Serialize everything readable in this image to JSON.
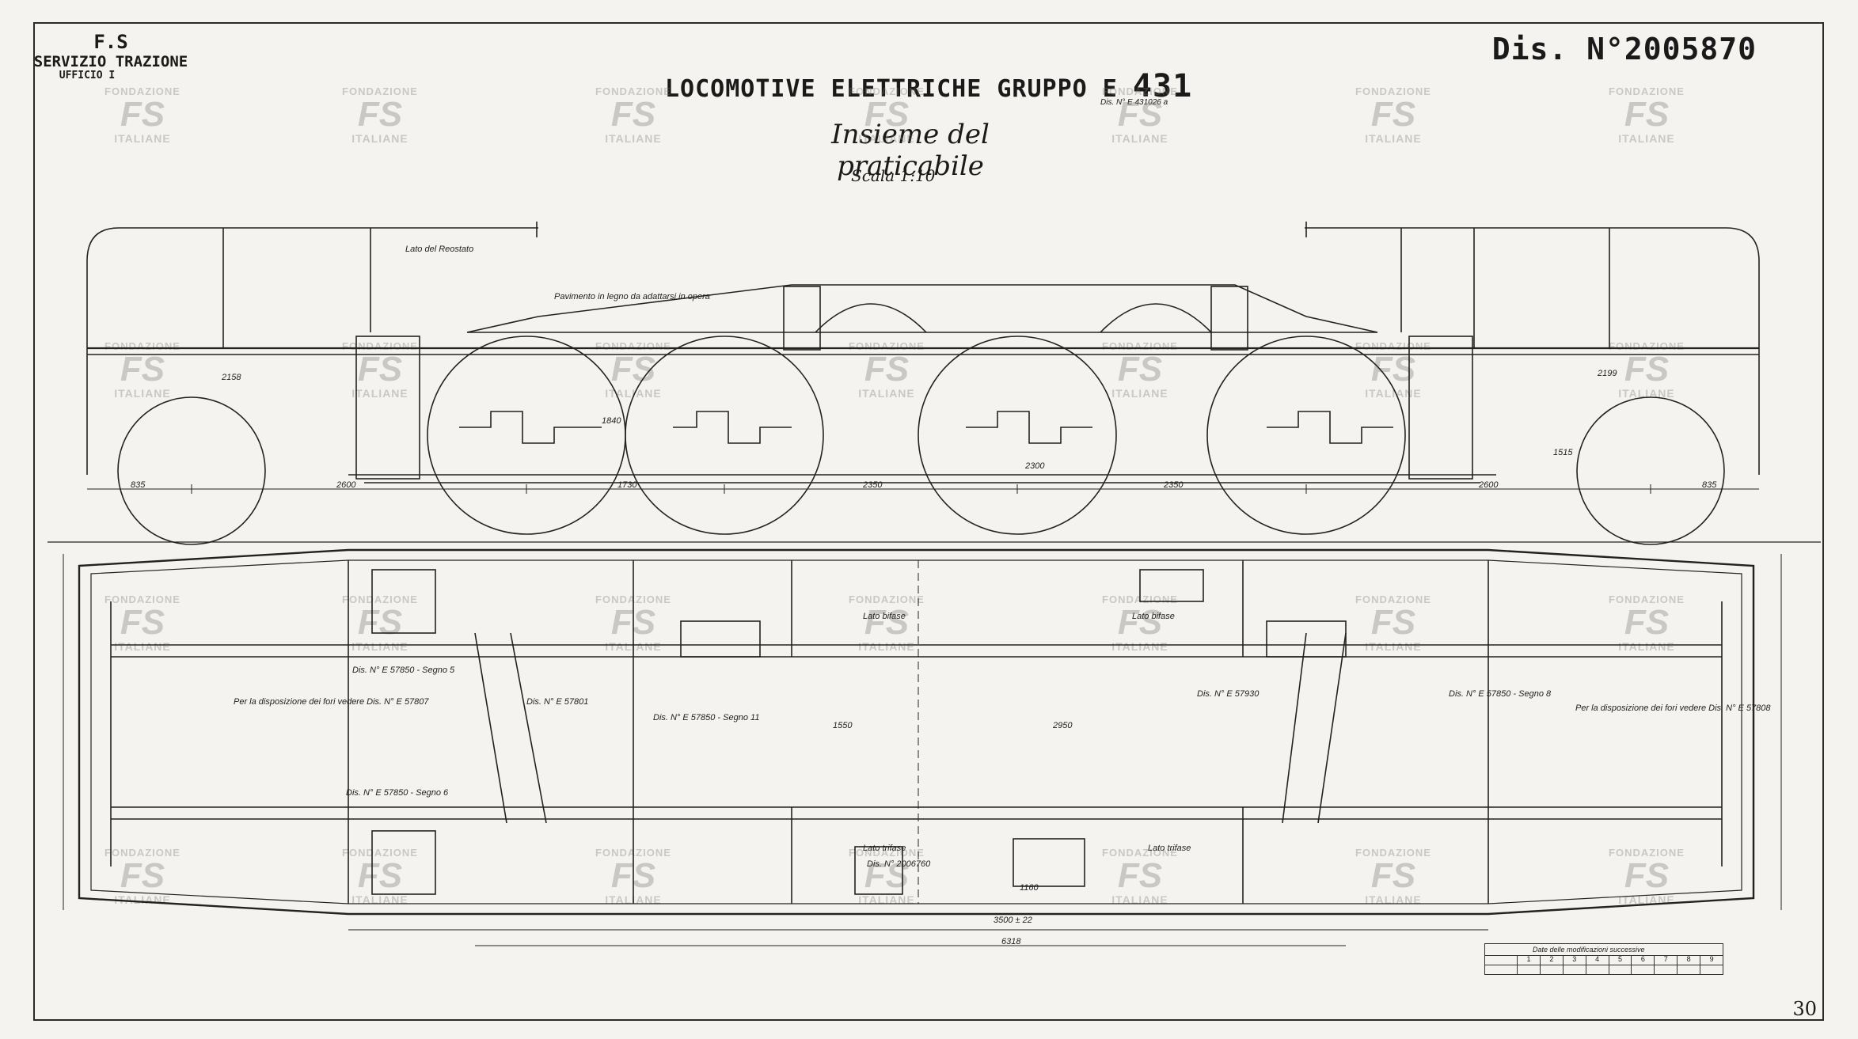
{
  "header": {
    "org_line1": "F.S",
    "org_line2": "SERVIZIO TRAZIONE",
    "org_line3": "UFFICIO I",
    "drawing_number": "Dis. N°2005870",
    "title_prefix": "LOCOMOTIVE ELETTRICHE GRUPPO E",
    "title_number": "431",
    "sub_reference": "Dis. N° E 431026 a",
    "subtitle": "Insieme del praticabile",
    "scale": "Scala 1:10"
  },
  "annotations": {
    "side_label": "Lato del Reostato",
    "floor_note": "Pavimento in legno da adattarsi in opera",
    "lato_bifase_1": "Lato bifase",
    "lato_bifase_2": "Lato bifase",
    "lato_trifase_1": "Lato trifase",
    "lato_trifase_2": "Lato trifase",
    "ref_a": "Dis. N° E 57850 - Segno 5",
    "ref_b": "Dis. N° E 57801",
    "ref_c": "Dis. N° E 57850 - Segno 11",
    "ref_d": "Dis. N° E 57850 - Segno 6",
    "ref_e": "Dis. N° E 57930",
    "ref_f": "Dis. N° E 57850 - Segno 8",
    "note_left": "Per la disposizione dei fori vedere Dis. N° E 57807",
    "note_right": "Per la disposizione dei fori vedere Dis. N° E 57808",
    "ref_g": "Dis. N° 2006760"
  },
  "dimensions": {
    "d835a": "835",
    "d2600a": "2600",
    "d1730": "1730",
    "d2350a": "2350",
    "d2300": "2300",
    "d2350b": "2350",
    "d2600b": "2600",
    "d835b": "835",
    "d2158": "2158",
    "d2199": "2199",
    "d1840": "1840",
    "d1515": "1515",
    "d2950": "2950",
    "d1550": "1550",
    "d1160": "1160",
    "d6318": "6318",
    "d3500": "3500 ± 22"
  },
  "mod_table": {
    "header": "Date delle modificazioni successive",
    "cells": [
      "1",
      "2",
      "3",
      "4",
      "5",
      "6",
      "7",
      "8",
      "9"
    ]
  },
  "watermark": {
    "top": "FONDAZIONE",
    "mid": "FS",
    "bot": "ITALIANE"
  },
  "sheet_number": "30"
}
